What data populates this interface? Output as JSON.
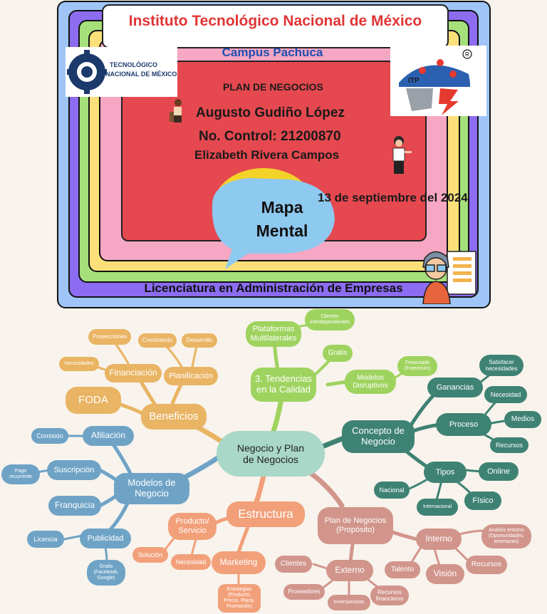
{
  "cover": {
    "institute": "Instituto Tecnológico Nacional de México",
    "campus": "Campus Pachuca",
    "logo_left_text_1": "TECNOLÓGICO",
    "logo_left_text_2": "NACIONAL DE MÉXICO",
    "logo_right_text": "ITP",
    "plan": "PLAN DE NEGOCIOS",
    "author": "Augusto Gudiño López",
    "control": "No. Control: 21200870",
    "teacher": "Elizabeth Rivera Campos",
    "date": "13 de septiembre del 2024",
    "bubble_1": "Mapa",
    "bubble_2": "Mental",
    "career": "Licenciatura en Administración de Empresas"
  },
  "mindmap": {
    "center": [
      "Negocio y Plan",
      "de Negocios"
    ],
    "beneficios": "Beneficios",
    "foda": "FODA",
    "financiacion": "Financiación",
    "planificacion": "Planificación",
    "proyecciones": "Proyecciones",
    "necesidades": "Necesidades",
    "crecimiento": "Crecimiento",
    "desarrollo": "Desarrollo",
    "tendencias": [
      "3. Tendencias",
      "en la Calidad"
    ],
    "plataformas": [
      "Plataformas",
      "Multilaterales"
    ],
    "clientes_inter": [
      "Clientes",
      "interdependientes"
    ],
    "gratis": "Gratis",
    "modelos_disruptivos": [
      "Modelos",
      "Disruptivos"
    ],
    "financiado": [
      "Financiado",
      "(Freemium)"
    ],
    "concepto": [
      "Concepto de",
      "Negocio"
    ],
    "ganancias": "Ganancias",
    "satisfacer": [
      "Satisfacer",
      "necesidades"
    ],
    "proceso": "Proceso",
    "necesidad_t": "Necesidad",
    "medios": "Medios",
    "recursos_t": "Recursos",
    "tipos": "Tipos",
    "online": "Online",
    "nacional": "Nacional",
    "internacional": "Internacional",
    "fisico": "Físico",
    "modelos_negocio": [
      "Modelos de",
      "Negocio"
    ],
    "afiliacion": "Afiliación",
    "comision": "Comisión",
    "suscripcion": "Suscripción",
    "pago_recurrente": [
      "Pago",
      "recurrente"
    ],
    "franquicia": "Franquicia",
    "publicidad": "Publicidad",
    "licencia": "Licencia",
    "gratis_pub": [
      "Gratis",
      "(Facebook,",
      "Google)"
    ],
    "estructura": "Estructura",
    "producto": [
      "Producto/",
      "Servicio"
    ],
    "solucion": "Solución",
    "necesidad_s": "Necesidad",
    "marketing": "Marketing",
    "estrategias": [
      "Estrategias",
      "(Producto,",
      "Precio, Plaza,",
      "Promoción)"
    ],
    "plan_negocios": [
      "Plan de Negocios",
      "(Propósito)"
    ],
    "interno": "Interno",
    "analisis": [
      "Análisis entorno",
      "(Oportunidades,",
      "amenazas)"
    ],
    "recursos_p": "Recursos",
    "vision": "Visión",
    "talento": "Talento",
    "externo": "Externo",
    "clientes": "Clientes",
    "proveedores": "Proveedores",
    "inversionistas": "Inversionistas",
    "recursos_fin": [
      "Recursos",
      "financieros"
    ]
  }
}
